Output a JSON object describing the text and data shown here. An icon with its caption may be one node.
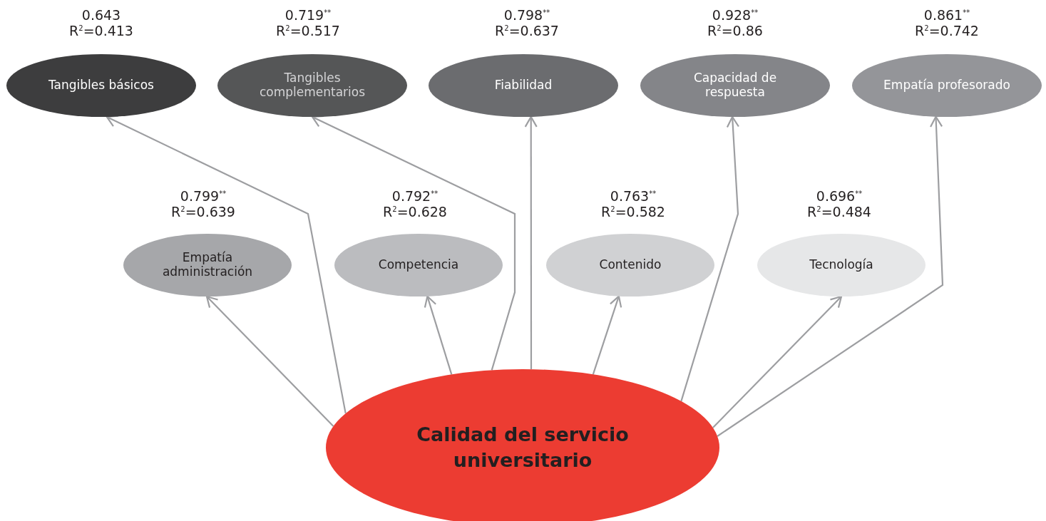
{
  "diagram": {
    "nodes": [
      {
        "text": [
          "Tangibles básicos"
        ],
        "beside": [
          "0.643",
          "R$^{2}$=0.413"
        ]
      },
      {
        "text": [
          "Tangibles complementarios"
        ],
        "beside": [
          "0.719$^{**}$",
          "R$^{2}$=0.517"
        ]
      },
      {
        "text": [
          "Fiabilidad"
        ],
        "beside": [
          "0.798$^{**}$",
          "R$^{2}$=0.637"
        ]
      },
      {
        "text": [
          "Capacidad de respuesta"
        ],
        "beside": [
          "0.928$^{**}$",
          "R$^{2}$=0.86"
        ]
      },
      {
        "text": [
          "Empatía profesorado"
        ],
        "beside": [
          "0.861$^{**}$",
          "R$^{2}$=0.742"
        ]
      },
      {
        "text": [
          "Empatía administración"
        ],
        "beside": [
          "0.799$^{**}$",
          "R$^{2}$=0.639"
        ]
      },
      {
        "text": [
          "Competencia"
        ],
        "beside": [
          "0.792$^{**}$",
          "R$^{2}$=0.628"
        ]
      },
      {
        "text": [
          "Contenido"
        ],
        "beside": [
          "0.763$^{**}$",
          "R$^{2}$=0.582"
        ]
      },
      {
        "text": [
          "Tecnología"
        ],
        "beside": [
          "0.696$^{**}$",
          "R$^{2}$=0.484"
        ]
      },
      {
        "text": [
          "Calidad del servicio universitario"
        ]
      }
    ],
    "edges": [
      {
        "from": 9,
        "to": 5,
        "arrow": "to"
      },
      {
        "from": 9,
        "to": 6,
        "arrow": "to"
      },
      {
        "from": 9,
        "to": 7,
        "arrow": "to"
      },
      {
        "from": 9,
        "to": 8,
        "arrow": "to"
      },
      {
        "from": 9,
        "to": 0,
        "arrow": "to"
      },
      {
        "from": 9,
        "to": 1,
        "arrow": "to"
      },
      {
        "from": 9,
        "to": 2,
        "arrow": "to"
      },
      {
        "from": 9,
        "to": 3,
        "arrow": "to"
      },
      {
        "from": 9,
        "to": 4,
        "arrow": "to"
      }
    ]
  }
}
